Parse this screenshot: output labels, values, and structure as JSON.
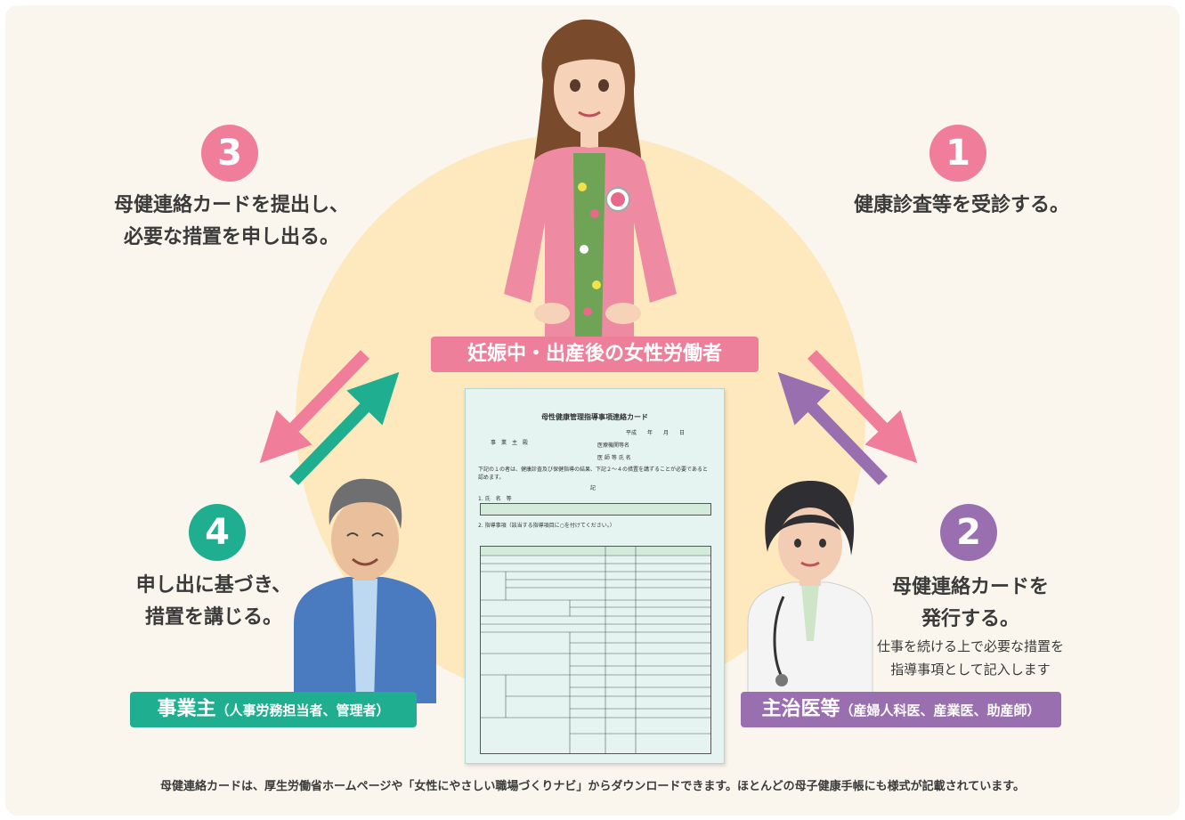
{
  "colors": {
    "panel": "#faf6ee",
    "circle": "#fde9bd",
    "pink": "#f07d9a",
    "pink_label": "#ee7f9a",
    "teal": "#1fae8f",
    "purple": "#9a6fb0"
  },
  "center_label": "妊娠中・出産後の女性労働者",
  "steps": [
    {
      "num": "1",
      "lines": [
        "健康診査等を受診する。"
      ]
    },
    {
      "num": "2",
      "lines": [
        "母健連絡カードを",
        "発行する。"
      ],
      "sub": [
        "仕事を続ける上で必要な措置を",
        "指導事項として記入します"
      ]
    },
    {
      "num": "3",
      "lines": [
        "母健連絡カードを提出し、",
        "必要な措置を申し出る。"
      ]
    },
    {
      "num": "4",
      "lines": [
        "申し出に基づき、",
        "措置を講じる。"
      ]
    }
  ],
  "labels": {
    "employer_main": "事業主",
    "employer_sub": "（人事労務担当者、管理者）",
    "doctor_main": "主治医等",
    "doctor_sub": "（産婦人科医、産業医、助産師）"
  },
  "card": {
    "title": "母性健康管理指導事項連絡カード",
    "date": "平成　　年　　月　　日",
    "to": "事　業　主　殿",
    "org": "医療機関等名",
    "doctor": "医 師 等 氏 名",
    "body": "下記の１の者は、健康診査及び保健指導の結果、下記２〜４の措置を講ずることが必要であると認めます。",
    "ki": "記",
    "sec1": "1. 氏　名　等",
    "sec2": "2. 指導事項（該当する指導項目に○を付けてください。）"
  },
  "footer": "母健連絡カードは、厚生労働省ホームページや「女性にやさしい職場づくりナビ」からダウンロードできます。ほとんどの母子健康手帳にも様式が記載されています。"
}
